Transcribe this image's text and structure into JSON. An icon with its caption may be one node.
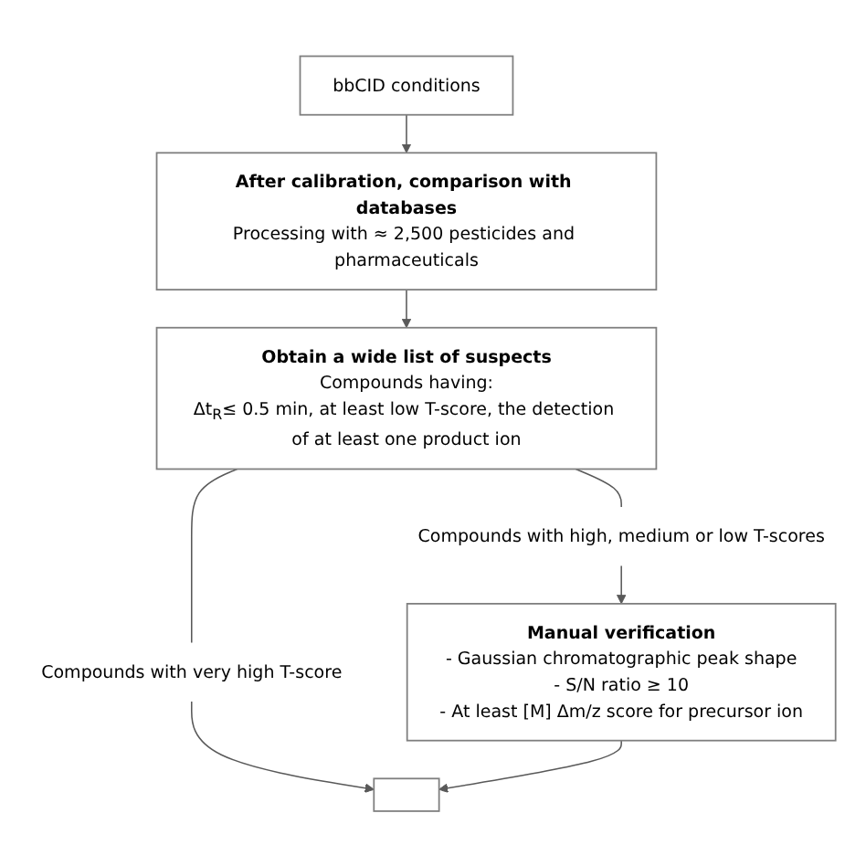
{
  "diagram": {
    "nodes": [
      {
        "text": [
          "bbCID conditions"
        ]
      },
      {
        "text": [
          "After calibration, comparison with databases",
          "Processing with ≈ 2,500 pesticides and pharmaceuticals"
        ]
      },
      {
        "text": [
          "Obtain a wide list of suspects",
          "Compounds having:",
          "Δt$_{R}$≤ 0.5 min, at least low T-score, the detection of at least one product ion"
        ]
      },
      {
        "text": [
          "Compounds with very high T-score"
        ]
      },
      {
        "text": [
          "Compounds with high, medium or low T-scores"
        ]
      },
      {
        "text": [
          "Manual verification",
          "- Gaussian chromatographic peak shape",
          "- S/N ratio ≥ 10",
          "- At least [M] Δm/z score for precursor ion"
        ]
      },
      {
        "text": [],
        "shape": "box"
      }
    ],
    "edges": [
      {
        "from": 0,
        "to": 1,
        "arrow": "to"
      },
      {
        "from": 1,
        "to": 2,
        "arrow": "to"
      },
      {
        "from": 2,
        "to": 3,
        "arrow": "none"
      },
      {
        "from": 2,
        "to": 4,
        "arrow": "none"
      },
      {
        "from": 4,
        "to": 5,
        "arrow": "to"
      },
      {
        "from": 3,
        "to": 6,
        "arrow": "to"
      },
      {
        "from": 5,
        "to": 6,
        "arrow": "to"
      }
    ]
  }
}
